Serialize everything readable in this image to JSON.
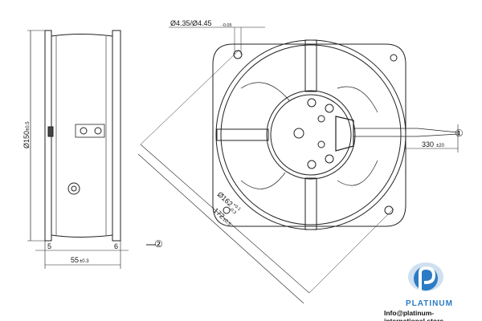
{
  "dimensions": {
    "mount_hole": "Ø4.35/Ø4.45",
    "mount_hole_tol": "-0.05",
    "diameter_150": "Ø150",
    "diameter_150_tol": "±0.5",
    "diameter_162": "Ø162",
    "diameter_162_tol_upper": "+0.1",
    "diameter_162_tol_lower": "-0.3",
    "diagonal_172": "172",
    "diagonal_172_tol": "±0.5",
    "depth_55": "55",
    "depth_55_tol": "±0.3",
    "flange_left": "5",
    "flange_right": "6",
    "cable_length": "330",
    "cable_length_tol": "±20"
  },
  "callouts": {
    "cable": "①",
    "airflow": "②"
  },
  "logo": {
    "name": "PLATINUM",
    "email": "Info@platinum-international.store",
    "color": "#2b7cc4",
    "accent": "#1b5fa0"
  }
}
